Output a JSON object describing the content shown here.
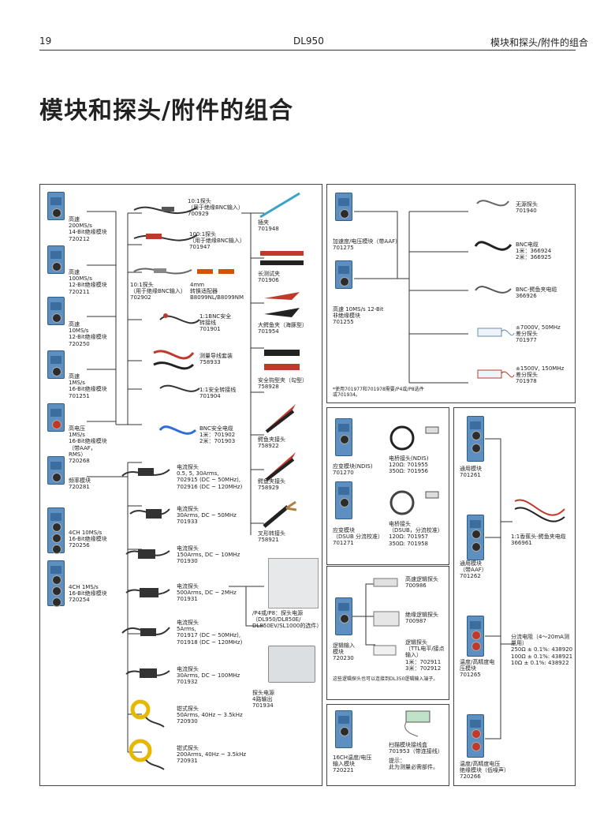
{
  "header": {
    "page_number": "19",
    "model": "DL950",
    "section": "模块和探头/附件的组合"
  },
  "title": "模块和探头/附件的组合",
  "left_modules": [
    {
      "label": "高速\n200MS/s\n14-Bit绝缘模块\n720212"
    },
    {
      "label": "高速\n100MS/s\n12-Bit绝缘模块\n720211"
    },
    {
      "label": "高速\n10MS/s\n12-Bit绝缘模块\n720250"
    },
    {
      "label": "高速\n1MS/s\n16-Bit绝缘模块\n701251"
    },
    {
      "label": "高电压\n1MS/s\n16-Bit绝缘模块\n（带AAF，\nRMS）\n720268"
    },
    {
      "label": "频率模块\n720281"
    },
    {
      "label": "4CH 10MS/s\n16-Bit绝缘模块\n720256"
    },
    {
      "label": "4CH 1MS/s\n16-Bit绝缘模块\n720254"
    }
  ],
  "probes": [
    {
      "label": "10:1探头\n（用于绝缘BNC输入）\n700929"
    },
    {
      "label": "100:1探头\n（用于绝缘BNC输入）\n701947"
    },
    {
      "label": "10:1探头\n（用于绝缘BNC输入）\n702902"
    },
    {
      "label": "4mm\n转换适配器\nB8099NL/B8099NM"
    },
    {
      "label": "1:1BNC安全\n转接线\n701901"
    },
    {
      "label": "测量导线套装\n758933"
    },
    {
      "label": "1:1安全转接线\n701904"
    },
    {
      "label": "BNC安全电缆\n1米：701902\n2米：701903"
    },
    {
      "label": "电流探头\n0.5, 5, 30Arms,\n702915 (DC ~ 50MHz),\n702916 (DC ~ 120MHz)"
    },
    {
      "label": "电流探头\n30Arms, DC ~ 50MHz\n701933"
    },
    {
      "label": "电流探头\n150Arms, DC ~ 10MHz\n701930"
    },
    {
      "label": "电流探头\n500Arms, DC ~ 2MHz\n701931"
    },
    {
      "label": "电流探头\n5Arms,\n701917 (DC ~ 50MHz),\n701918 (DC ~ 120MHz)"
    },
    {
      "label": "电流探头\n30Arms, DC ~ 100MHz\n701932"
    },
    {
      "label": "钳式探头\n50Arms, 40Hz ~ 3.5kHz\n720930"
    },
    {
      "label": "钳式探头\n200Arms, 40Hz ~ 3.5kHz\n720931"
    }
  ],
  "clips": [
    {
      "label": "插夹\n701948"
    },
    {
      "label": "长测试夹\n701906"
    },
    {
      "label": "大鳄鱼夹（海豚型）\n701954"
    },
    {
      "label": "安全钩型夹（勾型）\n758928"
    },
    {
      "label": "鳄鱼夹接头\n758922"
    },
    {
      "label": "鳄鱼夹接头\n758929"
    },
    {
      "label": "叉形转接头\n758921"
    }
  ],
  "probe_power": [
    {
      "label": "/P4或/P8：探头电源\n（DL950/DL850E/\nDL850EV/SL1000的选件）"
    },
    {
      "label": "探头电源\n4路输出\n701934"
    }
  ],
  "panel_accel": {
    "modules": [
      {
        "label": "加速度/电压模块（带AAF）\n701275"
      },
      {
        "label": "高速 10MS/s 12-Bit\n非绝缘模块\n701255"
      }
    ],
    "items": [
      {
        "label": "无源探头\n701940"
      },
      {
        "label": "BNC电缆\n1米：366924\n2米：366925"
      },
      {
        "label": "BNC-鳄鱼夹电缆\n366926"
      },
      {
        "label": "±7000V, 50MHz\n差分探头\n701977"
      },
      {
        "label": "±1500V, 150MHz\n差分探头\n701978"
      }
    ],
    "note": "*使用701977和701978需要/P4或/P8选件\n或701934。"
  },
  "panel_strain": {
    "modules": [
      {
        "label": "应变模块(NDIS)\n701270"
      },
      {
        "label": "应变模块\n（DSUB 分流校准）\n701271"
      }
    ],
    "items": [
      {
        "label": "电桥接头(NDIS)\n120Ω: 701955\n350Ω: 701956"
      },
      {
        "label": "电桥接头\n（DSUB，分流校准）\n120Ω: 701957\n350Ω: 701958"
      }
    ]
  },
  "panel_logic": {
    "module": {
      "label": "逻辑输入\n模块\n720230"
    },
    "items": [
      {
        "label": "高速逻辑探头\n700986"
      },
      {
        "label": "绝缘逻辑探头\n700987"
      },
      {
        "label": "逻辑探头\n（TTL电平/接点\n输入）\n1米：702911\n3米：702912"
      }
    ],
    "note": "这些逻辑探头也可以连接到DL350逻辑输入端子。"
  },
  "panel_temp16": {
    "module": {
      "label": "16CH温度/电压\n输入模块\n720221"
    },
    "item": {
      "label": "扫描模块接线盒\n701953（带连接线）"
    },
    "note": "提示：\n此为测量必需部件。"
  },
  "panel_universal": {
    "modules": [
      {
        "label": "通用模块\n701261"
      },
      {
        "label": "通用模块\n（带AAF）\n701262"
      },
      {
        "label": "温度/高精度电\n压模块\n701265"
      },
      {
        "label": "温度/高精度电压\n绝缘模块（低噪声）\n720266"
      }
    ],
    "items": [
      {
        "label": "1:1香蕉头-鳄鱼夹电缆\n366961"
      },
      {
        "label": "分流电阻（4～20mA测\n量用）\n250Ω ± 0.1%: 438920\n100Ω ± 0.1%: 438921\n10Ω ± 0.1%: 438922"
      }
    ]
  }
}
